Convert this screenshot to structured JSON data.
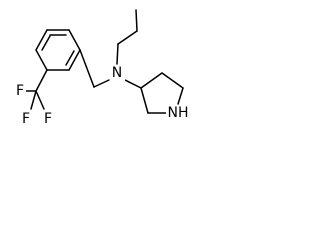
{
  "molecule": {
    "atom_labels": {
      "amine_n": "N",
      "ring_nh": "NH",
      "fluorine_top": "F",
      "fluorine_left": "F",
      "fluorine_right": "F"
    },
    "colors": {
      "bond": "#000000",
      "text": "#000000",
      "background": "#ffffff"
    }
  }
}
